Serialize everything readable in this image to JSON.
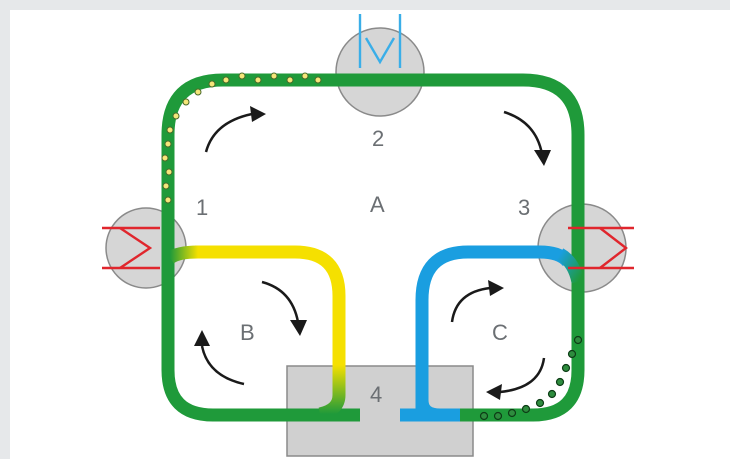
{
  "diagram": {
    "labels": {
      "pos1": "1",
      "pos2": "2",
      "pos3": "3",
      "pos4": "4",
      "loopA": "A",
      "loopB": "B",
      "loopC": "C"
    },
    "colors": {
      "green": "#1f9a3a",
      "yellow": "#f5e000",
      "blue": "#1a9ee0",
      "heater": "#e0262d",
      "cooler": "#3aaee8",
      "node": "#d6d6d6",
      "box": "#d0d0d0"
    }
  }
}
